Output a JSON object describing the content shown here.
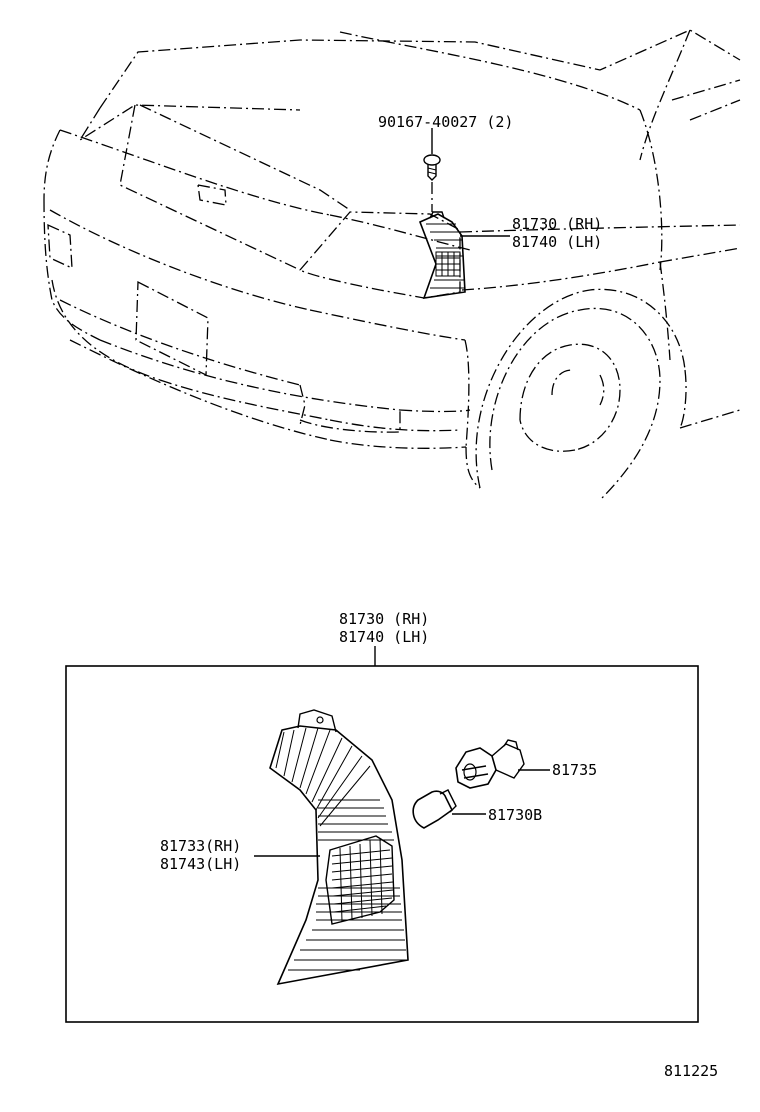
{
  "callouts": {
    "screw": "90167-40027 (2)",
    "top_lamp_rh": "81730 (RH)",
    "top_lamp_lh": "81740 (LH)",
    "box_lamp_rh": "81730 (RH)",
    "box_lamp_lh": "81740 (LH)",
    "socket": "81735",
    "bulb": "81730B",
    "lens_rh": "81733(RH)",
    "lens_lh": "81743(LH)"
  },
  "diagram_id": "811225"
}
